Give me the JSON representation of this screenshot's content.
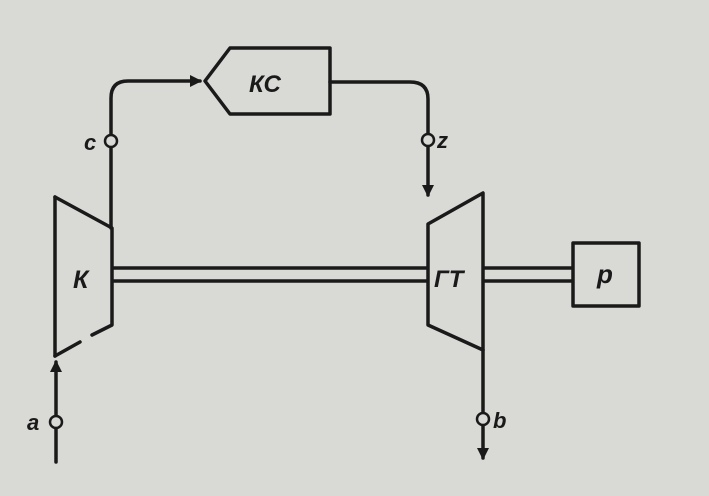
{
  "diagram": {
    "nodes": {
      "compressor": {
        "label": "К"
      },
      "combustion_chamber": {
        "label": "КС"
      },
      "gas_turbine": {
        "label": "ГТ"
      },
      "load": {
        "label": "р"
      }
    },
    "points": {
      "a": "a",
      "b": "b",
      "c": "c",
      "z": "z"
    }
  }
}
